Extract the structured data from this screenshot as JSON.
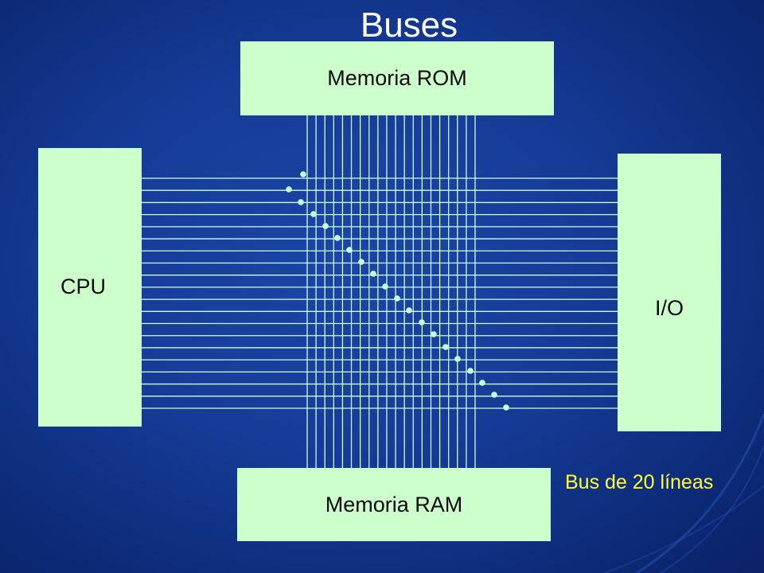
{
  "title": "Buses",
  "blocks": {
    "rom": "Memoria ROM",
    "ram": "Memoria RAM",
    "cpu": "CPU",
    "io": "I/O"
  },
  "caption": "Bus de 20 líneas",
  "colors": {
    "box_fill": "#ccffcc",
    "bus_line": "#ccffdd",
    "caption": "#ffff33",
    "title": "#ffffff"
  }
}
